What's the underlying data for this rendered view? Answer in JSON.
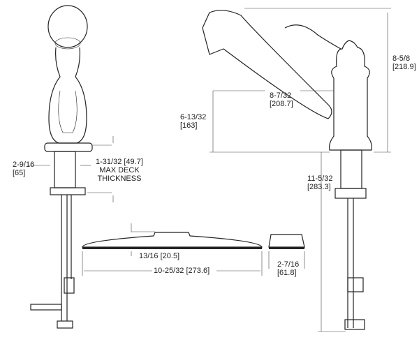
{
  "dimensions": {
    "base_width": {
      "imperial": "2-9/16",
      "metric": "[65]"
    },
    "deck_thickness": {
      "imperial": "1-31/32",
      "metric": "[49.7]",
      "note_line1": "MAX DECK",
      "note_line2": "THICKNESS"
    },
    "spout_reach": {
      "imperial": "8-7/32",
      "metric": "[208.7]"
    },
    "spout_height": {
      "imperial": "6-13/32",
      "metric": "[163]"
    },
    "overall_height": {
      "imperial": "8-5/8",
      "metric": "[218.9]"
    },
    "total_height": {
      "imperial": "11-5/32",
      "metric": "[283.3]"
    },
    "plate_height": {
      "imperial": "13/16",
      "metric": "[20.5]"
    },
    "plate_length": {
      "imperial": "10-25/32",
      "metric": "[273.6]"
    },
    "plate_depth": {
      "imperial": "2-7/16",
      "metric": "[61.8]"
    }
  }
}
